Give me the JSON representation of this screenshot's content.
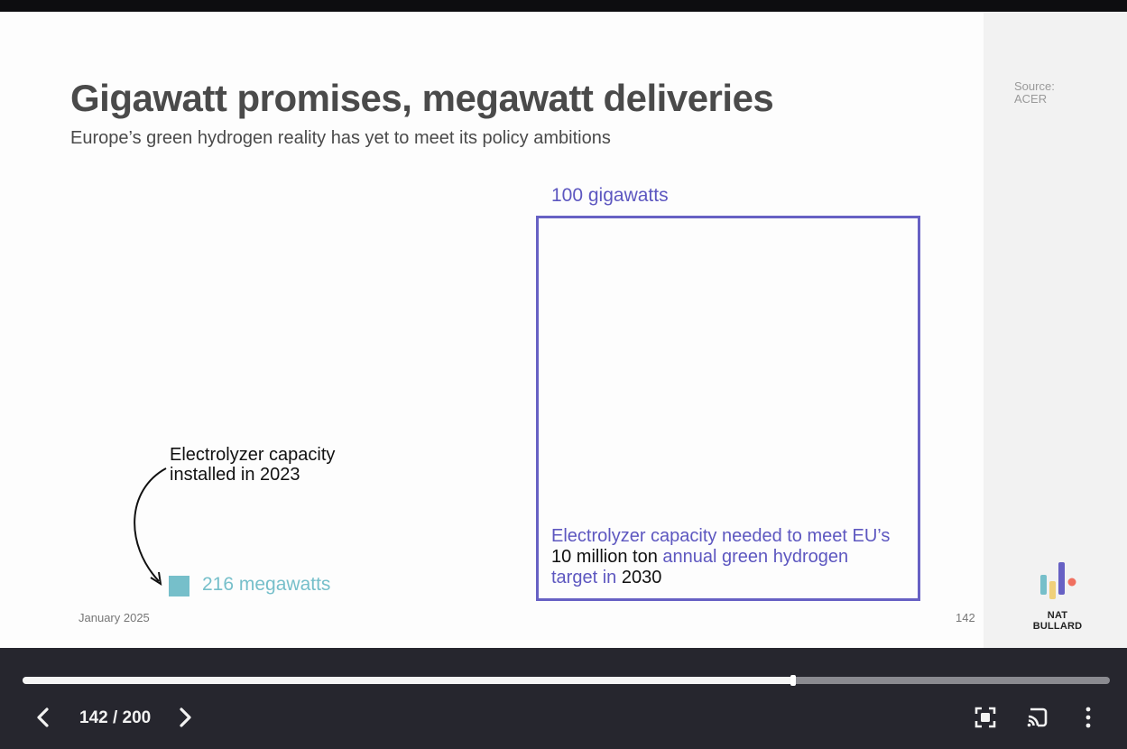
{
  "slide": {
    "title": "Gigawatt promises, megawatt deliveries",
    "subtitle": "Europe’s green hydrogen reality has yet to meet its policy ambitions",
    "source_line1": "Source:",
    "source_line2": "ACER",
    "target": {
      "value_label": "100 gigawatts",
      "caption_part1": "Electrolyzer capacity needed to meet EU’s ",
      "caption_part2": "10 million ton",
      "caption_part3": " annual green hydrogen target in ",
      "caption_part4": "2030"
    },
    "installed": {
      "annotation_line1": "Electrolyzer capacity",
      "annotation_line2": "installed in 2023",
      "value_label": "216 megawatts"
    },
    "footer_date": "January 2025",
    "page_number": "142",
    "brand_name": "NAT BULLARD"
  },
  "colors": {
    "target": "#5d57c0",
    "installed": "#76bfca",
    "title": "#4a4a4a"
  },
  "player": {
    "counter": "142 / 200",
    "progress_fraction": 0.7085,
    "prev_icon": "chevron-left-icon",
    "next_icon": "chevron-right-icon",
    "fullscreen_icon": "fullscreen-icon",
    "cast_icon": "cast-icon",
    "more_icon": "more-vertical-icon"
  }
}
